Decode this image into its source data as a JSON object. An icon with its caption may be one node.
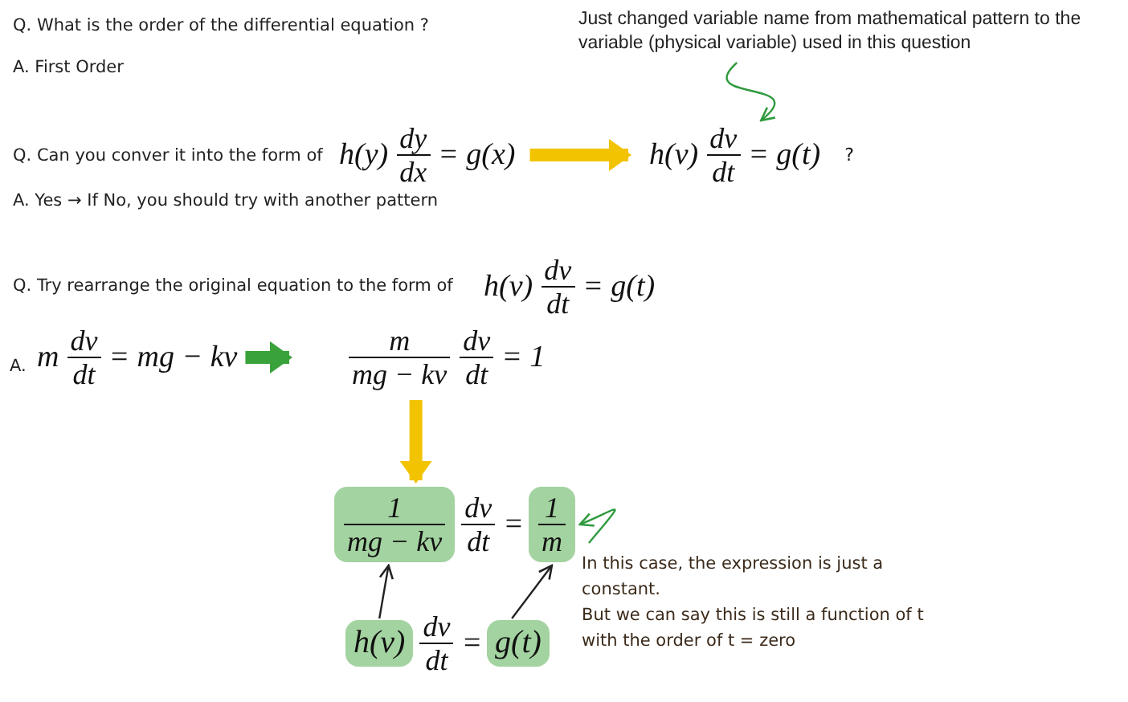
{
  "diagram": {
    "nodes": [
      {
        "text": [
          "h(y)",
          "dy",
          "dx",
          "= g(x)"
        ]
      },
      {
        "text": [
          "h(v)",
          "dv",
          "dt",
          "= g(t)"
        ],
        "beside": [
          "?"
        ]
      },
      {
        "text": [
          "Just changed variable  name from  mathematical pattern to the variable  (physical variable)  used in this question"
        ]
      },
      {
        "text": [
          "h(v)",
          "dv",
          "dt",
          "= g(t)"
        ]
      },
      {
        "text": [
          "m",
          "dv",
          "dt",
          "= mg − kv"
        ]
      },
      {
        "text": [
          "m",
          "mg − kv",
          "dv",
          "dt",
          "= 1"
        ]
      },
      {
        "text": [
          "dv",
          "dt",
          "="
        ]
      },
      {
        "text": [
          "1",
          "mg − kv"
        ],
        "in": 6
      },
      {
        "text": [
          "1",
          "m"
        ],
        "in": 6
      },
      {
        "text": [
          "dv",
          "dt",
          "="
        ]
      },
      {
        "text": [
          "h(v)"
        ],
        "in": 9
      },
      {
        "text": [
          "g(t)"
        ],
        "in": 9
      },
      {
        "text": [
          "In this case, the expression is just a constant.",
          "But we can say this is still a function of t with the order of t = zero"
        ]
      }
    ],
    "edges": [
      {
        "from": 0,
        "to": 1,
        "arrow": "to",
        "style": "thick",
        "color": "#f2c300"
      },
      {
        "from": 2,
        "to": 1,
        "arrow": "to",
        "color": "#2e9a3e"
      },
      {
        "from": 4,
        "to": 5,
        "arrow": "to",
        "style": "thick",
        "color": "#3aa23a"
      },
      {
        "from": 5,
        "to": 6,
        "arrow": "to",
        "style": "thick",
        "color": "#f2c300"
      },
      {
        "from": 10,
        "to": 7,
        "arrow": "to",
        "color": "#222222"
      },
      {
        "from": 11,
        "to": 8,
        "arrow": "to",
        "color": "#222222"
      },
      {
        "from": 12,
        "to": 8,
        "arrow": "to",
        "color": "#2e9a3e"
      }
    ],
    "labels": [
      "Q. What is the order of the differential equation ?",
      "A. First Order",
      "Q. Can you conver it into the form of",
      "A. Yes → If No, you should try with another pattern",
      "Q. Try rearrange the original equation to the form of",
      "A."
    ]
  }
}
